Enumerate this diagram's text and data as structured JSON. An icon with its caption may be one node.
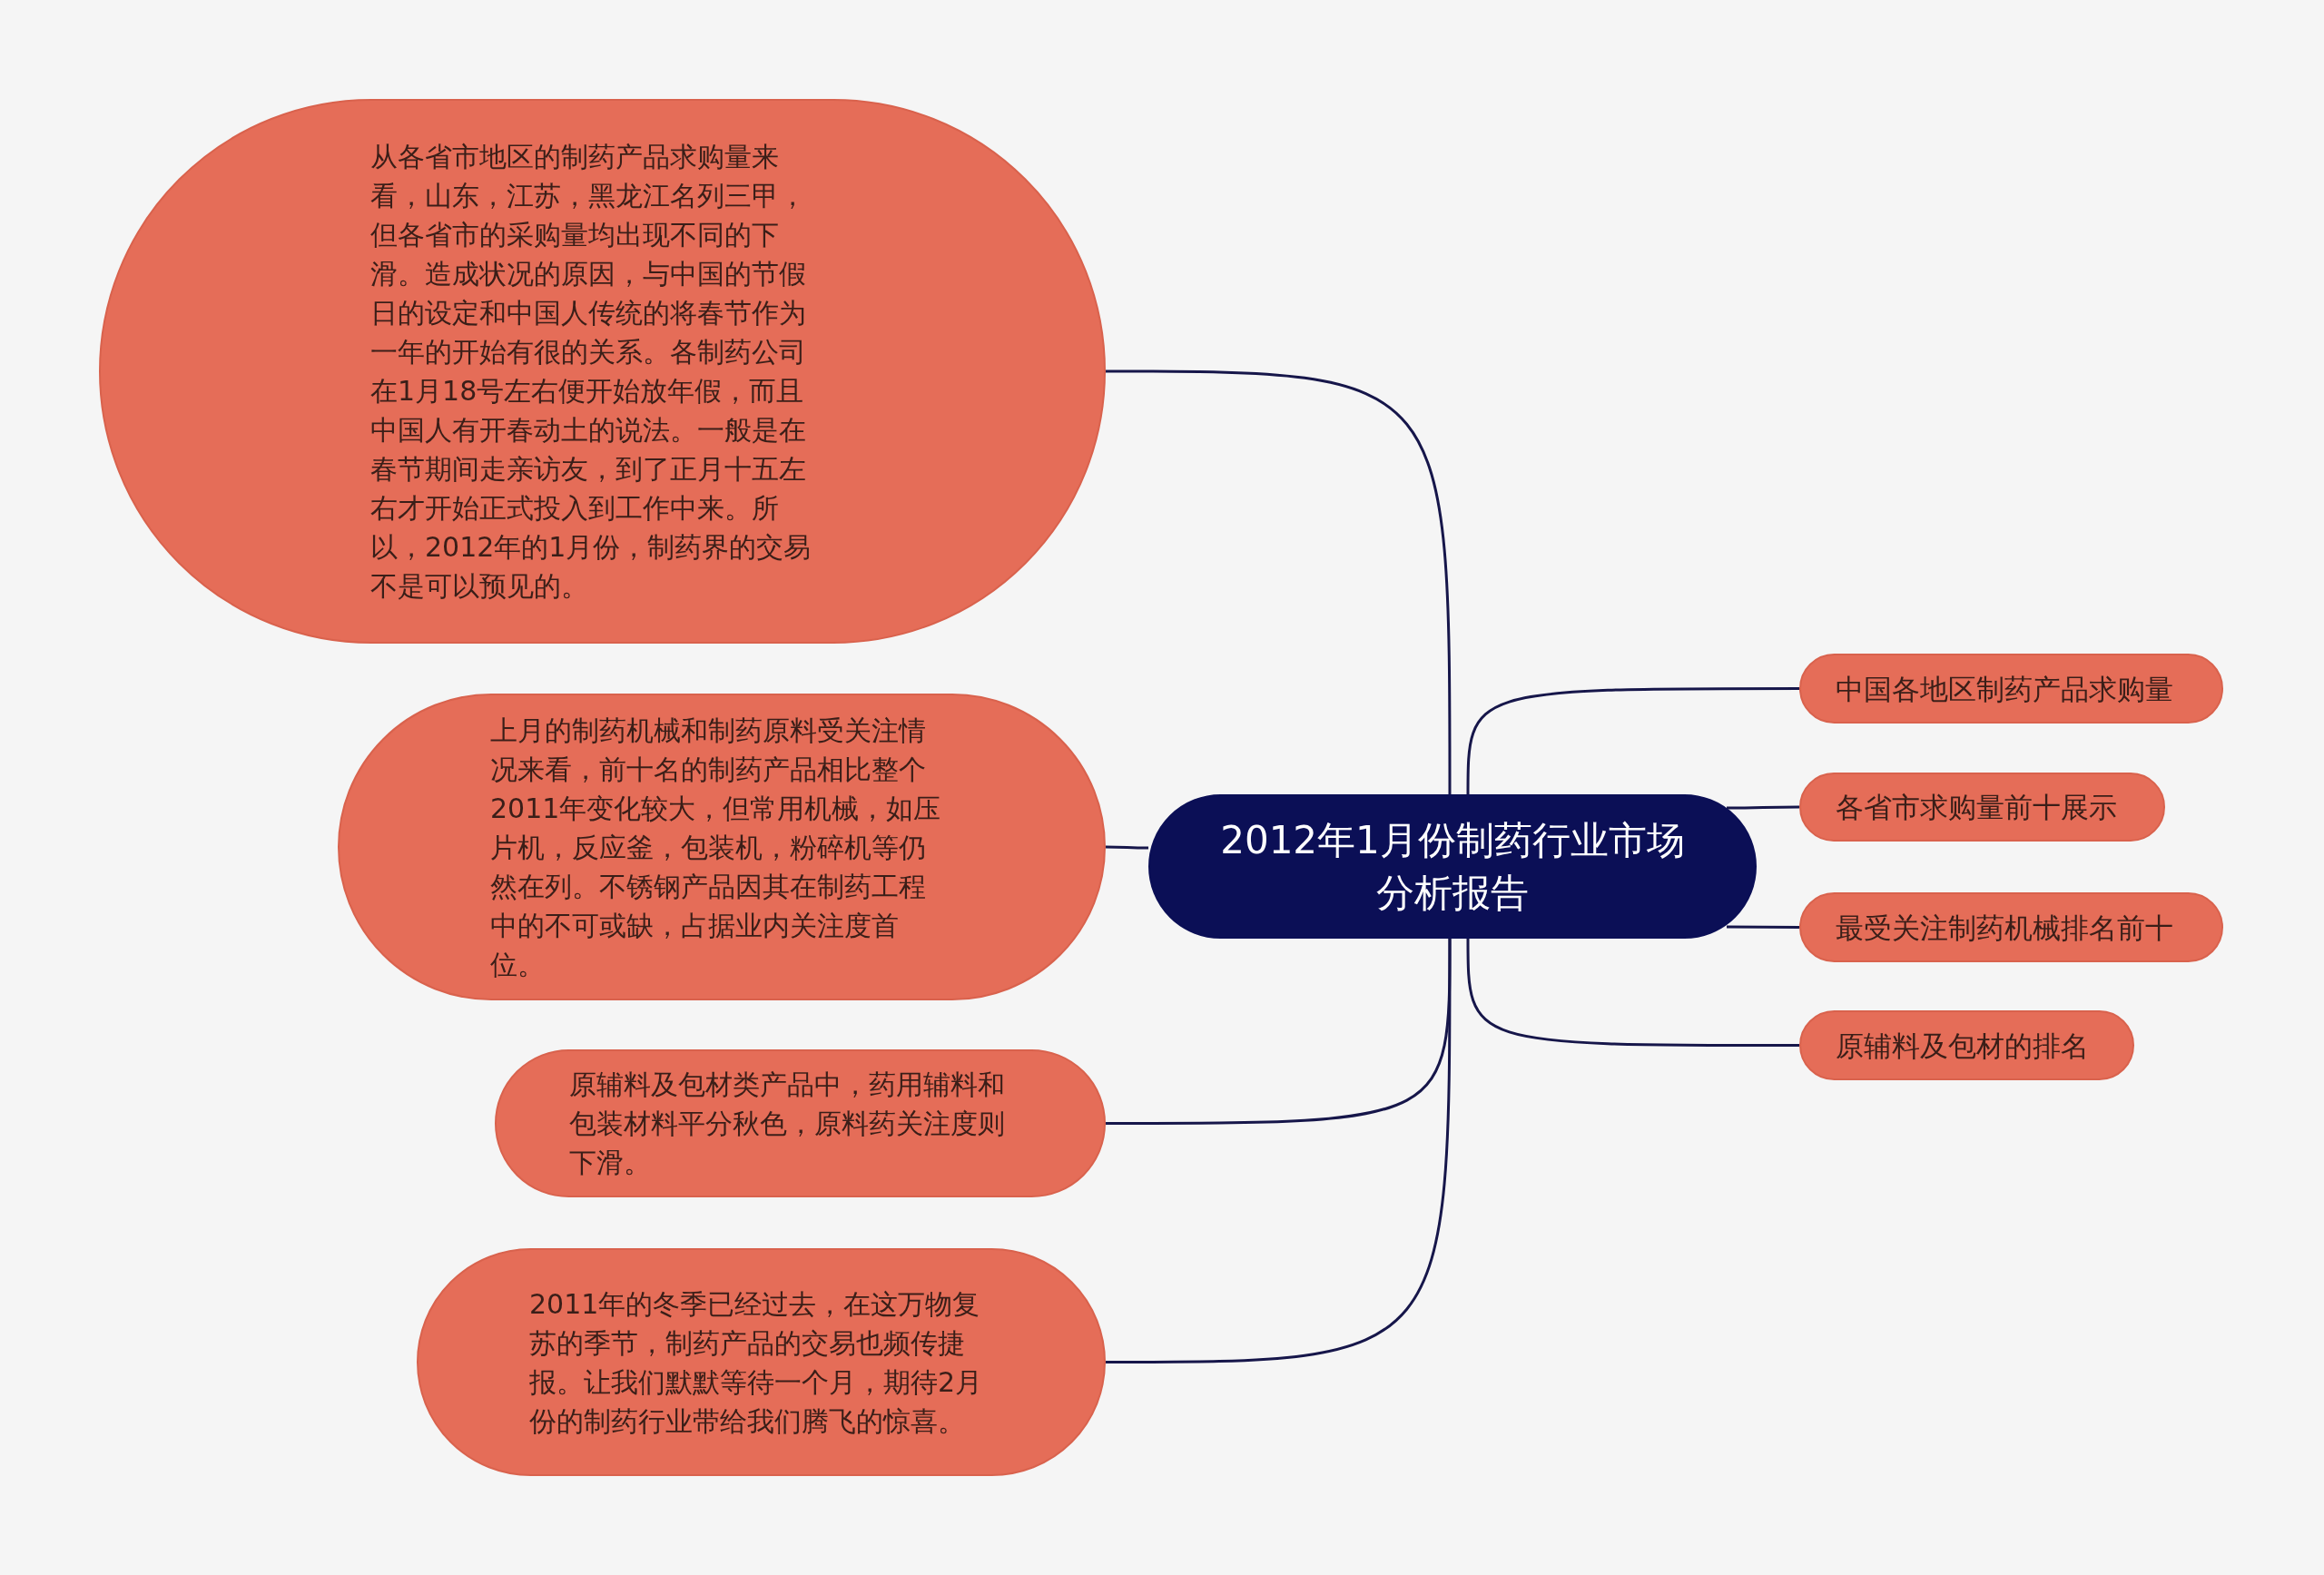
{
  "diagram": {
    "nodes": [
      {
        "text": [
          "2012年1月份制药行业市场分析报告"
        ]
      },
      {
        "text": [
          "从各省市地区的制药产品求购量来看，山东，江苏，黑龙江名列三甲，但各省市的采购量均出现不同的下滑。造成状况的原因，与中国的节假日的设定和中国人传统的将春节作为一年的开始有很的关系。各制药公司在1月18号左右便开始放年假，而且中国人有开春动土的说法。一般是在春节期间走亲访友，到了正月十五左右才开始正式投入到工作中来。所以，2012年的1月份，制药界的交易不是可以预见的。"
        ]
      },
      {
        "text": [
          "上月的制药机械和制药原料受关注情况来看，前十名的制药产品相比整个2011年变化较大，但常用机械，如压片机，反应釜，包装机，粉碎机等仍然在列。不锈钢产品因其在制药工程中的不可或缺，占据业内关注度首位。"
        ]
      },
      {
        "text": [
          "原辅料及包材类产品中，药用辅料和包装材料平分秋色，原料药关注度则下滑。"
        ]
      },
      {
        "text": [
          "2011年的冬季已经过去，在这万物复苏的季节，制药产品的交易也频传捷报。让我们默默等待一个月，期待2月份的制药行业带给我们腾飞的惊喜。"
        ]
      },
      {
        "text": [
          "中国各地区制药产品求购量"
        ]
      },
      {
        "text": [
          "各省市求购量前十展示"
        ]
      },
      {
        "text": [
          "最受关注制药机械排名前十"
        ]
      },
      {
        "text": [
          "原辅料及包材的排名"
        ]
      }
    ],
    "edges": [
      {
        "from": 0,
        "to": 1,
        "arrow": "none"
      },
      {
        "from": 0,
        "to": 2,
        "arrow": "none"
      },
      {
        "from": 0,
        "to": 3,
        "arrow": "none"
      },
      {
        "from": 0,
        "to": 4,
        "arrow": "none"
      },
      {
        "from": 0,
        "to": 5,
        "arrow": "none"
      },
      {
        "from": 0,
        "to": 6,
        "arrow": "none"
      },
      {
        "from": 0,
        "to": 7,
        "arrow": "none"
      },
      {
        "from": 0,
        "to": 8,
        "arrow": "none"
      }
    ]
  }
}
